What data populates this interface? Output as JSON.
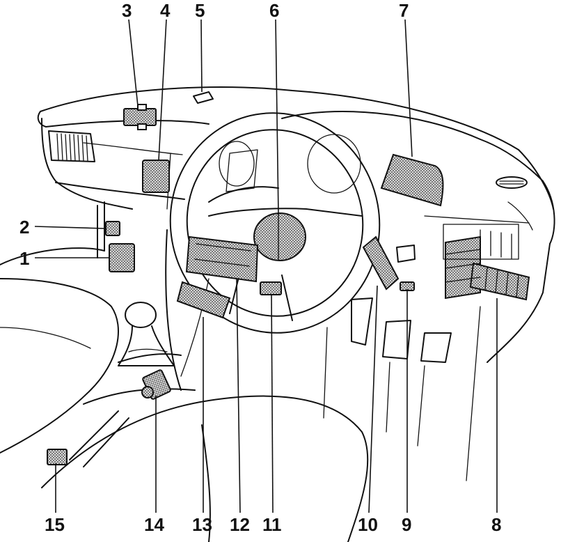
{
  "callouts": [
    {
      "id": "1",
      "label": "1"
    },
    {
      "id": "2",
      "label": "2"
    },
    {
      "id": "3",
      "label": "3"
    },
    {
      "id": "4",
      "label": "4"
    },
    {
      "id": "5",
      "label": "5"
    },
    {
      "id": "6",
      "label": "6"
    },
    {
      "id": "7",
      "label": "7"
    },
    {
      "id": "8",
      "label": "8"
    },
    {
      "id": "9",
      "label": "9"
    },
    {
      "id": "10",
      "label": "10"
    },
    {
      "id": "11",
      "label": "11"
    },
    {
      "id": "12",
      "label": "12"
    },
    {
      "id": "13",
      "label": "13"
    },
    {
      "id": "14",
      "label": "14"
    },
    {
      "id": "15",
      "label": "15"
    }
  ],
  "colors": {
    "line": "#111111",
    "paper": "#ffffff",
    "stipple": "#7a7a7a"
  }
}
